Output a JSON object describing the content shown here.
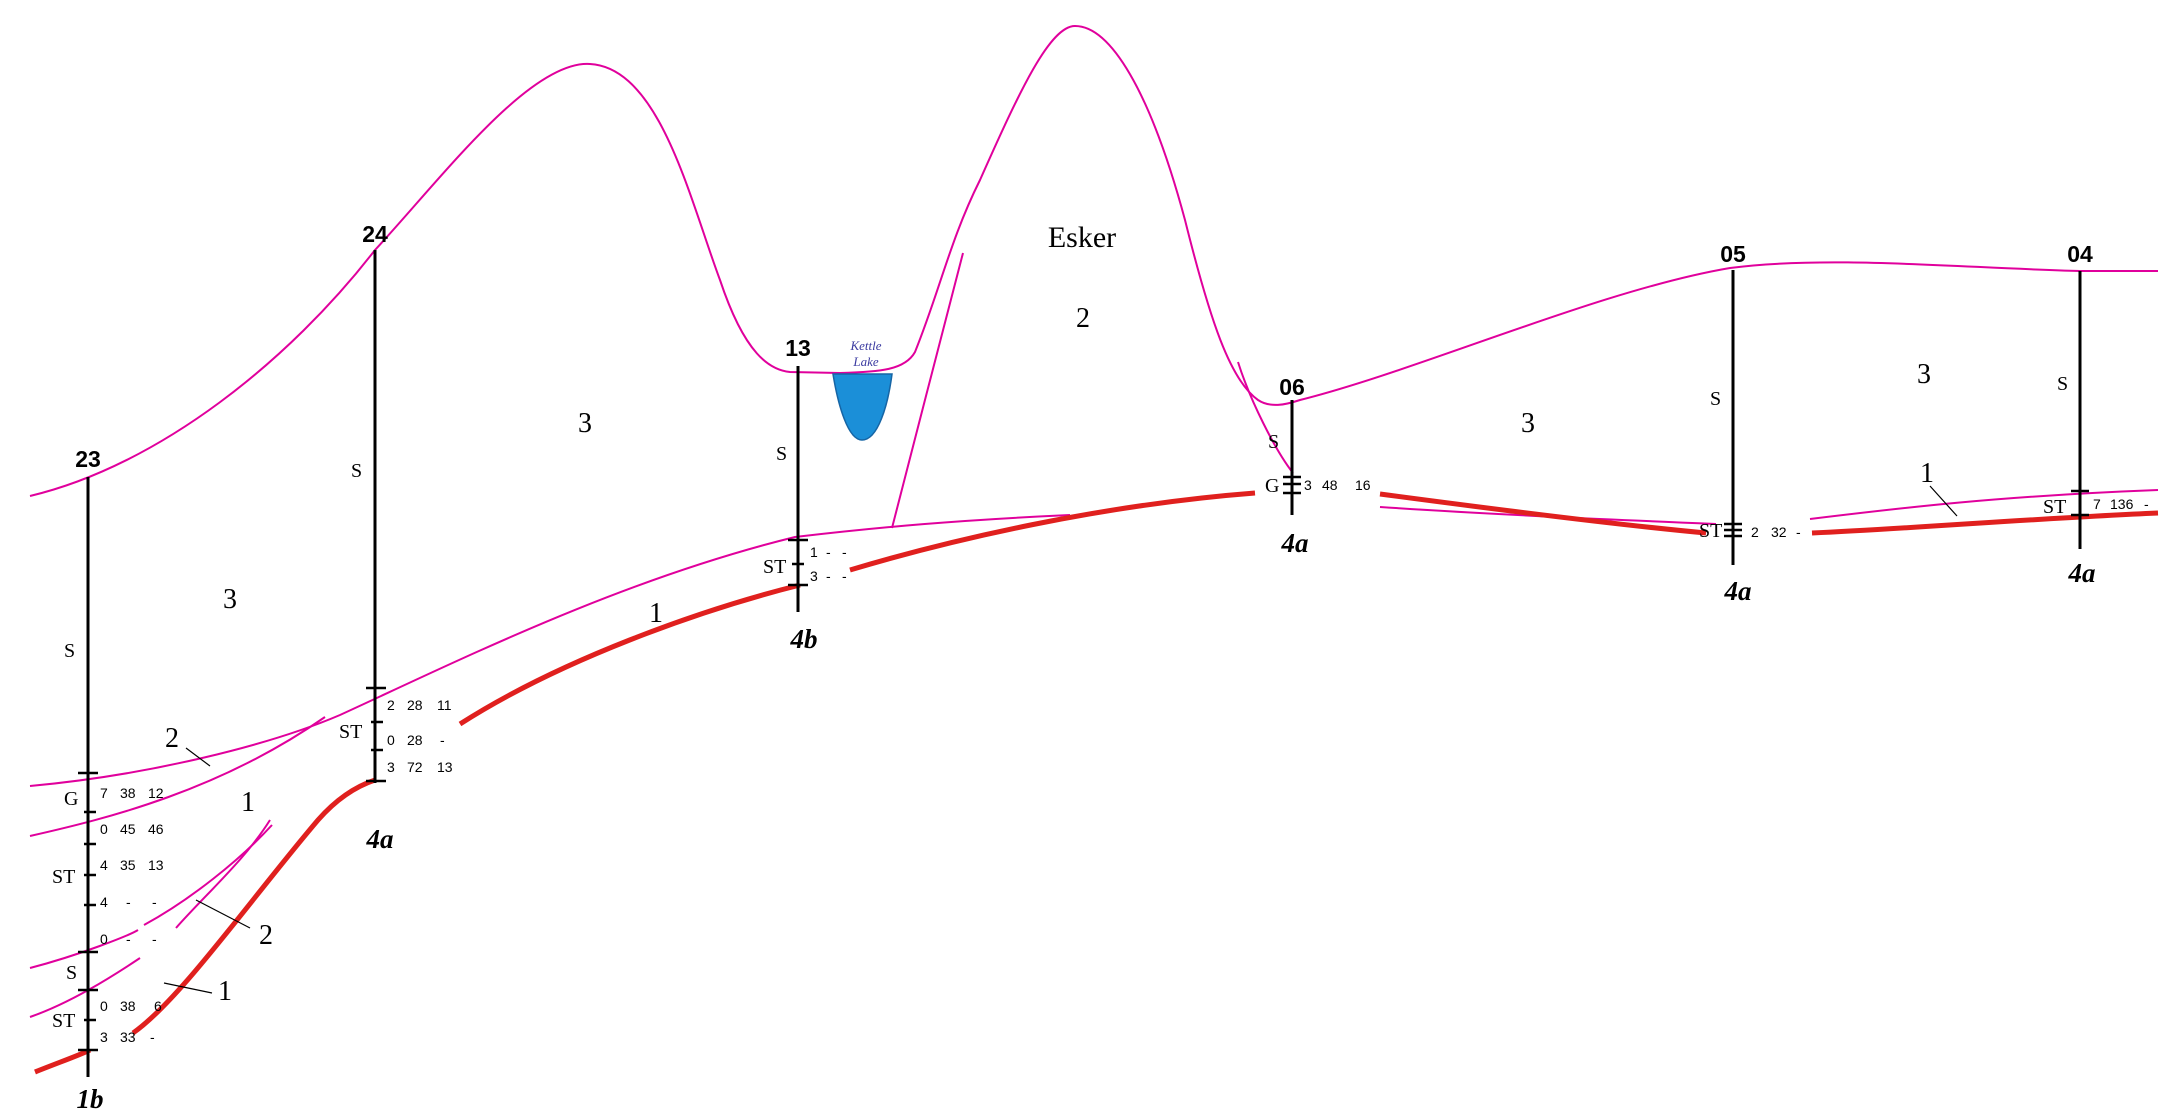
{
  "colors": {
    "contact": "#e0009c",
    "bedrock": "#e0201e",
    "borehole": "#000000",
    "water": "#1b8fd8"
  },
  "boreholes": [
    {
      "id": "23",
      "bedrock": "1b"
    },
    {
      "id": "24",
      "bedrock": "4a"
    },
    {
      "id": "13",
      "bedrock": "4b"
    },
    {
      "id": "06",
      "bedrock": "4a"
    },
    {
      "id": "05",
      "bedrock": "4a"
    },
    {
      "id": "04",
      "bedrock": "4a"
    }
  ],
  "lithology": {
    "s": "S",
    "st": "ST",
    "g": "G"
  },
  "units": {
    "one": "1",
    "two": "2",
    "three": "3"
  },
  "labels": {
    "esker": "Esker",
    "kettle_lake": [
      "Kettle",
      "Lake"
    ]
  },
  "samples": {
    "bh23": [
      [
        "7",
        "38",
        "12"
      ],
      [
        "0",
        "45",
        "46"
      ],
      [
        "4",
        "35",
        "13"
      ],
      [
        "4",
        "-",
        "-"
      ],
      [
        "0",
        "-",
        "-"
      ],
      [
        "0",
        "38",
        "6"
      ],
      [
        "3",
        "33",
        "-"
      ]
    ],
    "bh24": [
      [
        "2",
        "28",
        "11"
      ],
      [
        "0",
        "28",
        "-"
      ],
      [
        "3",
        "72",
        "13"
      ]
    ],
    "bh13": [
      [
        "1",
        "-",
        "-"
      ],
      [
        "3",
        "-",
        "-"
      ]
    ],
    "bh06": [
      [
        "3",
        "48",
        "16"
      ]
    ],
    "bh05": [
      [
        "2",
        "32",
        "-"
      ]
    ],
    "bh04": [
      [
        "7",
        "136",
        "-"
      ]
    ]
  }
}
